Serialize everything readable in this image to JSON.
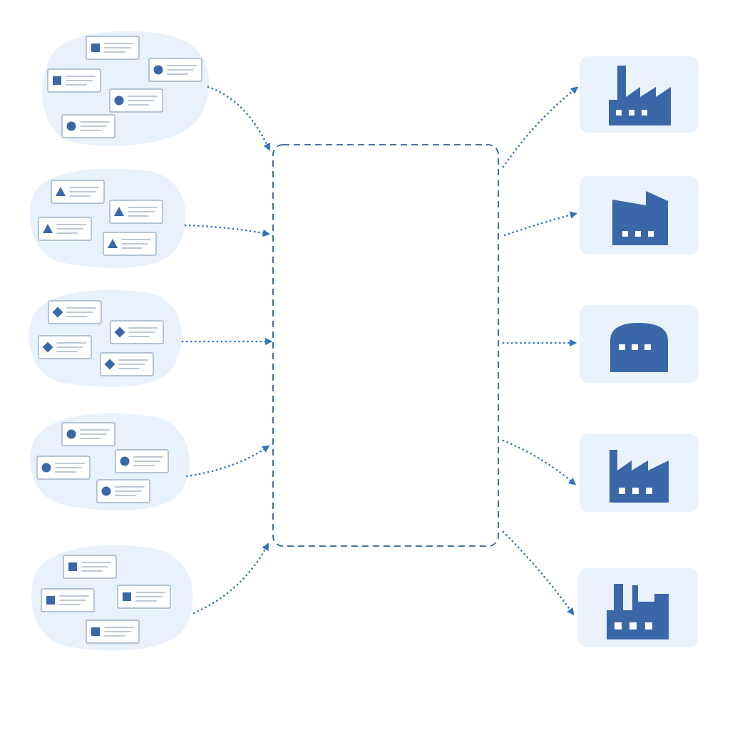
{
  "colors": {
    "background": "#ffffff",
    "blob": "#e8f1fc",
    "shape": "#3a67a8",
    "arrow": "#2f74bf",
    "dash_frame": "#2f5f9f",
    "tile": "#eaf2fc",
    "factory": "#3a67a8",
    "window": "#ffffff"
  },
  "groups": [
    {
      "shape": "square-icon",
      "card_icons": [
        "square",
        "circle",
        "square",
        "circle",
        "circle"
      ]
    },
    {
      "shape": "triangle-icon",
      "card_icons": [
        "triangle",
        "triangle",
        "triangle",
        "triangle"
      ]
    },
    {
      "shape": "diamond-icon",
      "card_icons": [
        "diamond",
        "diamond",
        "diamond",
        "diamond"
      ]
    },
    {
      "shape": "circle-icon",
      "card_icons": [
        "circle",
        "circle",
        "circle",
        "circle"
      ]
    },
    {
      "shape": "square-icon",
      "card_icons": [
        "square",
        "square",
        "square",
        "square"
      ]
    }
  ],
  "center": {
    "style": "dashed-rounded-frame"
  },
  "destinations": [
    {
      "icon": "factory-chimney-sawtooth-icon"
    },
    {
      "icon": "factory-angled-roof-icon"
    },
    {
      "icon": "dome-warehouse-icon"
    },
    {
      "icon": "factory-sawtooth-icon"
    },
    {
      "icon": "factory-twin-chimney-icon"
    }
  ]
}
